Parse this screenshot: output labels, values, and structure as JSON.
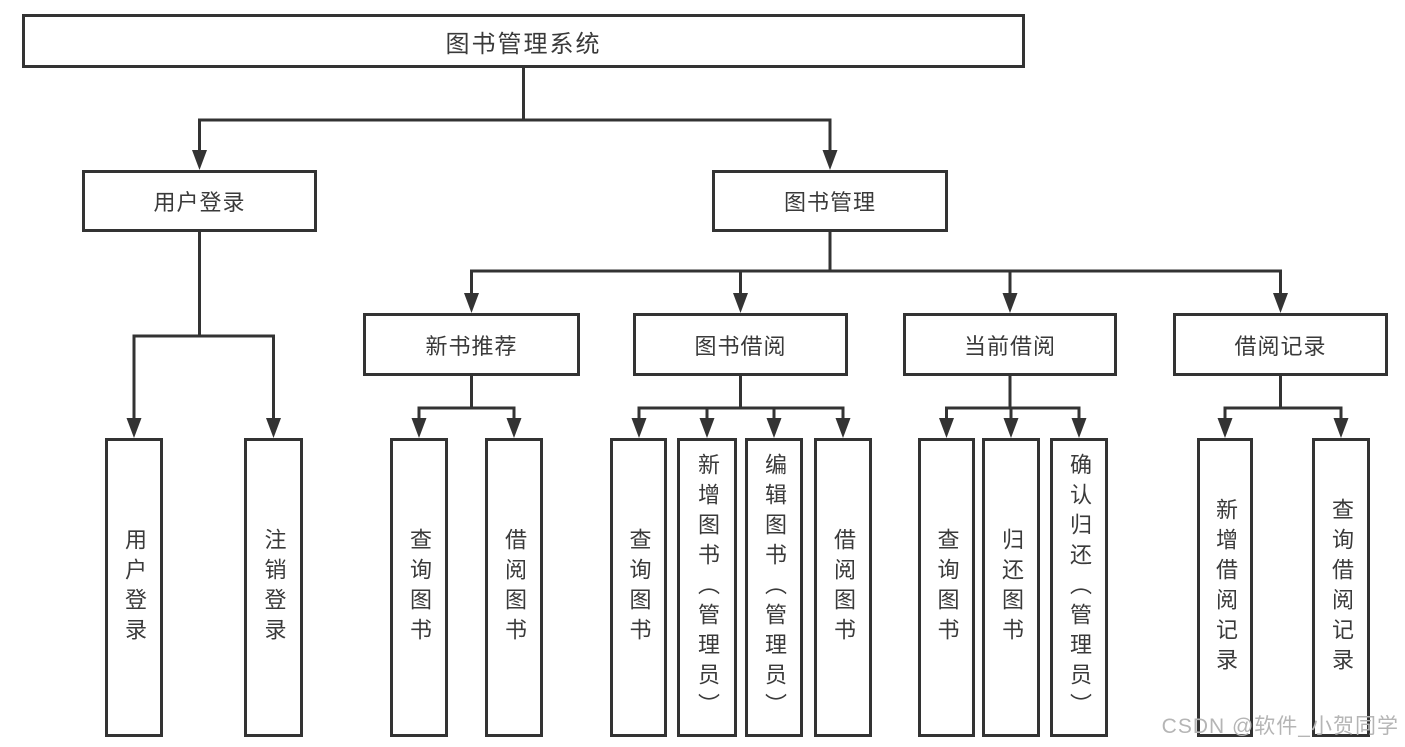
{
  "root": {
    "label": "图书管理系统"
  },
  "level2": {
    "user_login": {
      "label": "用户登录"
    },
    "book_management": {
      "label": "图书管理"
    }
  },
  "level3": {
    "new_book_recommend": {
      "label": "新书推荐"
    },
    "book_borrowing": {
      "label": "图书借阅"
    },
    "current_borrowing": {
      "label": "当前借阅"
    },
    "borrowing_records": {
      "label": "借阅记录"
    }
  },
  "leaves": {
    "user_login": {
      "login": "用户登录",
      "logout": "注销登录"
    },
    "new_book_recommend": {
      "query": "查询图书",
      "borrow": "借阅图书"
    },
    "book_borrowing": {
      "query": "查询图书",
      "add": "新增图书（管理员）",
      "edit": "编辑图书（管理员）",
      "borrow": "借阅图书"
    },
    "current_borrowing": {
      "query": "查询图书",
      "return": "归还图书",
      "confirm_return": "确认归还（管理员）"
    },
    "borrowing_records": {
      "add": "新增借阅记录",
      "query": "查询借阅记录"
    }
  },
  "watermark": "CSDN @软件_小贺同学",
  "colors": {
    "line": "#333333",
    "text": "#3a3a3a",
    "box_fill": "#ffffff",
    "watermark": "#b5b5b5"
  }
}
